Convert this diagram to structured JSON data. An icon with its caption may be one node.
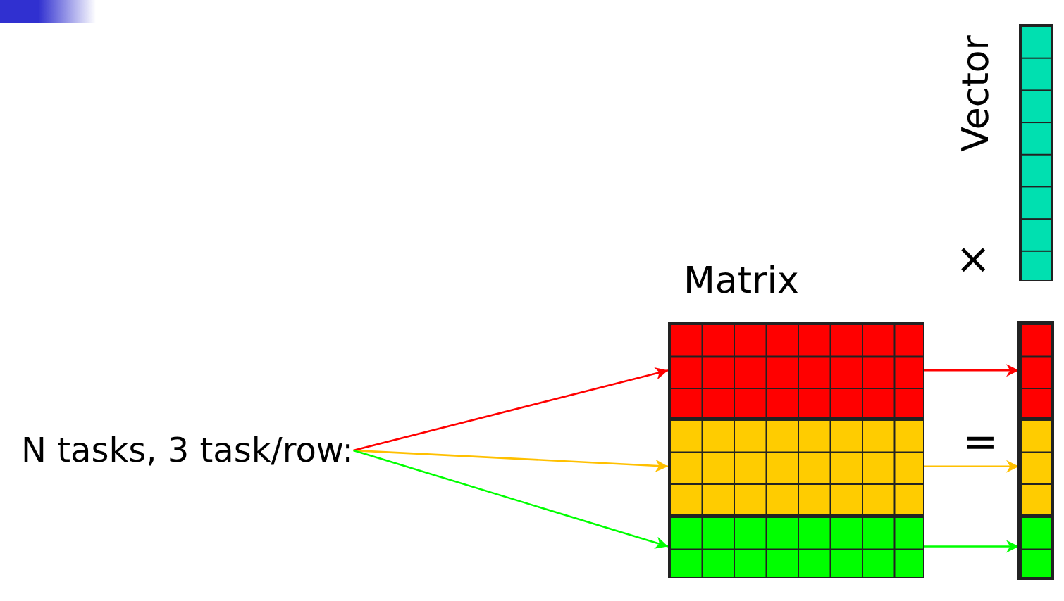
{
  "diagram": {
    "nodes": [
      {
        "text": [
          "N tasks, 3 task/row:"
        ]
      },
      {
        "text": [
          "Matrix"
        ]
      },
      {
        "text": [],
        "shape": "box",
        "in": 1
      },
      {
        "text": [],
        "shape": "box",
        "in": 1
      },
      {
        "text": [],
        "shape": "box",
        "in": 1
      },
      {
        "text": [
          "Vector"
        ]
      },
      {
        "text": [],
        "shape": "bar"
      },
      {
        "text": [],
        "shape": "box",
        "in": 6
      },
      {
        "text": [],
        "shape": "box",
        "in": 6
      },
      {
        "text": [],
        "shape": "box",
        "in": 6
      }
    ],
    "edges": [
      {
        "from": 0,
        "to": 2,
        "arrow": "to",
        "color": "#ff0000"
      },
      {
        "from": 0,
        "to": 3,
        "arrow": "to",
        "color": "#ffc000"
      },
      {
        "from": 0,
        "to": 4,
        "arrow": "to",
        "color": "#00ff00"
      },
      {
        "from": 2,
        "to": 7,
        "arrow": "to",
        "color": "#ff0000"
      },
      {
        "from": 3,
        "to": 8,
        "arrow": "to",
        "color": "#ffc000"
      },
      {
        "from": 4,
        "to": 9,
        "arrow": "to",
        "color": "#00ff00"
      }
    ],
    "labels": [
      "×",
      "="
    ]
  }
}
